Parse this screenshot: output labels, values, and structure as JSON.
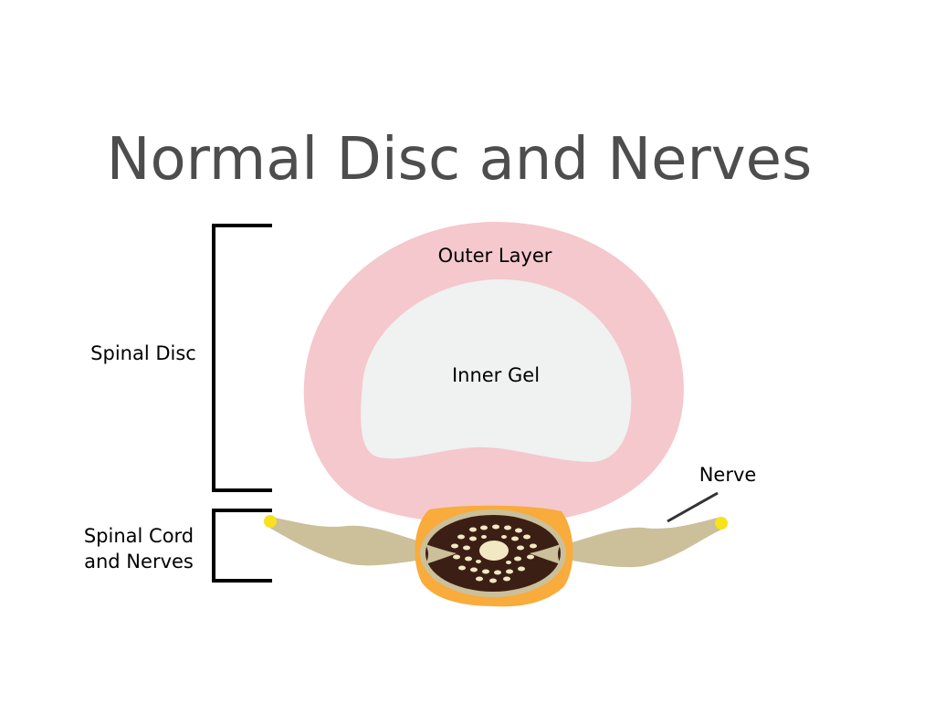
{
  "title": "Normal Disc and Nerves",
  "labels": {
    "outer_layer": "Outer Layer",
    "inner_gel": "Inner Gel",
    "spinal_disc": "Spinal Disc",
    "spinal_cord_line1": "Spinal Cord",
    "spinal_cord_line2": "and Nerves",
    "nerve": "Nerve"
  },
  "colors": {
    "title": "#4d4d4d",
    "outer_layer": "#f4c8cc",
    "inner_gel": "#f0f1f1",
    "bone_ring": "#f9ab3b",
    "cord": "#3c1f14",
    "cord_spots": "#f2e8c4",
    "nerve": "#cbc09a",
    "nerve_tip": "#f7e21b",
    "bracket": "#000000",
    "leader_line": "#333333"
  }
}
